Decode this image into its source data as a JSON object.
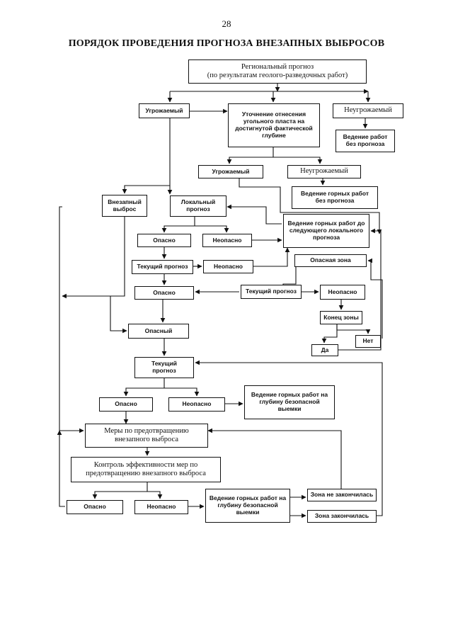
{
  "page_number": "28",
  "title": "ПОРЯДОК ПРОВЕДЕНИЯ ПРОГНОЗА ВНЕЗАПНЫХ ВЫБРОСОВ",
  "nodes": {
    "regional_forecast": "Региональный прогноз\n(по результатам геолого-разведочных работ)",
    "threatened_1": "Угрожаемый",
    "clarify_attribution": "Уточнение отнесения угольного пласта на достигнутой фактической глубине",
    "not_threatened_1": "Неугрожаемый",
    "work_no_forecast_1": "Ведение работ\nбез прогноза",
    "threatened_2": "Угрожаемый",
    "not_threatened_2": "Неугрожаемый",
    "mining_no_forecast_2": "Ведение горных работ\nбез прогноза",
    "sudden_outburst": "Внезапный\nвыброс",
    "local_forecast": "Локальный\nпрогноз",
    "mining_to_next_local": "Ведение горных работ до следующего локального прогноза",
    "dangerous_1": "Опасно",
    "safe_1": "Неопасно",
    "current_forecast_1": "Текущий прогноз",
    "safe_2": "Неопасно",
    "dangerous_zone": "Опасная зона",
    "dangerous_2": "Опасно",
    "current_forecast_2": "Текущий прогноз",
    "safe_3": "Неопасно",
    "zone_end": "Конец зоны",
    "no": "Нет",
    "yes": "Да",
    "dangerous_zone_type": "Опасный",
    "current_forecast_3": "Текущий\nпрогноз",
    "dangerous_3": "Опасно",
    "safe_4": "Неопасно",
    "mining_to_safe_depth_1": "Ведение горных работ на глубину безопасной выемки",
    "prevention_measures": "Меры по предотвращению\nвнезапного выброса",
    "effectiveness_control": "Контроль эффективности мер по\nпредотвращению внезапного выброса",
    "dangerous_4": "Опасно",
    "safe_5": "Неопасно",
    "mining_to_safe_depth_2": "Ведение горных работ на глубину безопасной выемки",
    "zone_not_ended": "Зона не закончилась",
    "zone_ended": "Зона закончилась"
  }
}
